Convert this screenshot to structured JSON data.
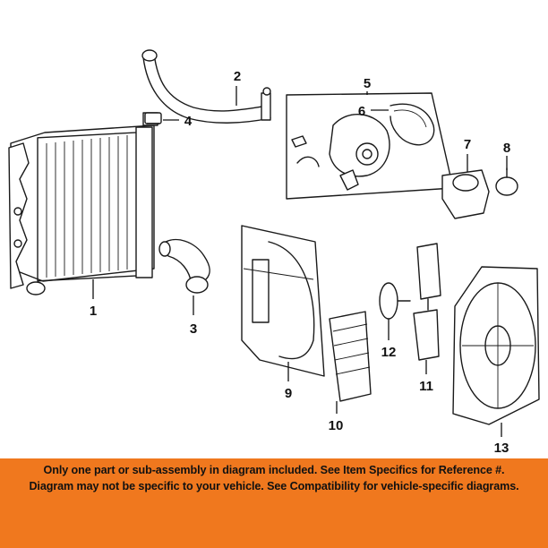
{
  "diagram": {
    "title": "Cooling system exploded parts diagram",
    "callouts": [
      {
        "id": "c1",
        "number": "1"
      },
      {
        "id": "c2",
        "number": "2"
      },
      {
        "id": "c3",
        "number": "3"
      },
      {
        "id": "c4",
        "number": "4"
      },
      {
        "id": "c5",
        "number": "5"
      },
      {
        "id": "c6",
        "number": "6"
      },
      {
        "id": "c7",
        "number": "7"
      },
      {
        "id": "c8",
        "number": "8"
      },
      {
        "id": "c9",
        "number": "9"
      },
      {
        "id": "c10",
        "number": "10"
      },
      {
        "id": "c11",
        "number": "11"
      },
      {
        "id": "c12",
        "number": "12"
      },
      {
        "id": "c13",
        "number": "13"
      }
    ]
  },
  "notice": {
    "line1": "Only one part or sub-assembly in diagram included. See Item Specifics for Reference #.",
    "line2": "Diagram may not be specific to your vehicle. See Compatibility for vehicle-specific diagrams.",
    "background_color": "#f0781e"
  }
}
